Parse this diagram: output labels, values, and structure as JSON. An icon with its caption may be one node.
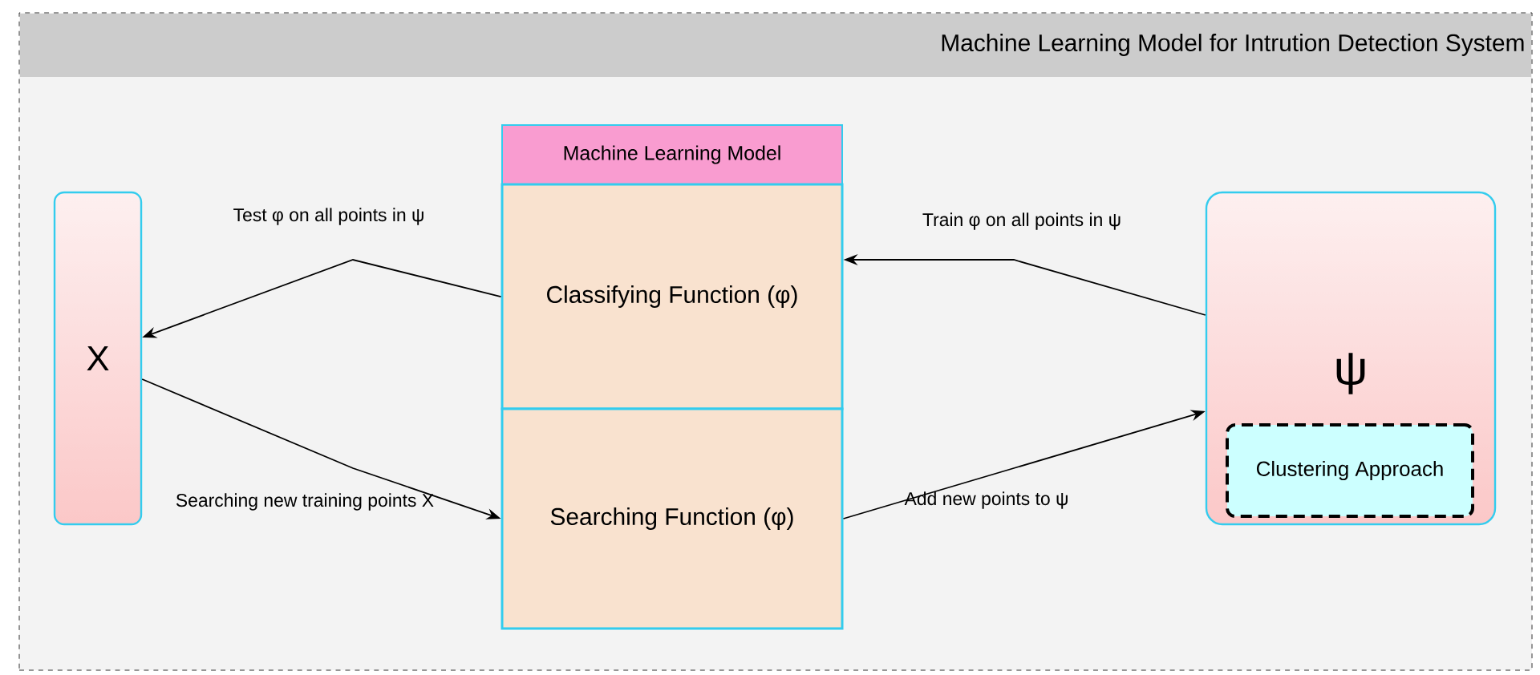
{
  "diagram": {
    "nodes": [
      {
        "text": [
          "Machine Learning Model for Intrution Detection System"
        ]
      },
      {
        "text": [
          "X"
        ],
        "in": 0
      },
      {
        "text": [
          "Machine Learning Model"
        ],
        "in": 0
      },
      {
        "text": [
          "Classifying Function (φ)"
        ],
        "in": 2
      },
      {
        "text": [
          "Searching Function (φ)"
        ],
        "in": 2
      },
      {
        "text": [
          "ψ"
        ],
        "in": 0
      },
      {
        "text": [
          "Clustering Approach"
        ],
        "in": 5
      }
    ],
    "edges": [
      {
        "from": 3,
        "to": 1,
        "arrow": "to",
        "label": "Test φ on all points in ψ"
      },
      {
        "from": 1,
        "to": 4,
        "arrow": "to",
        "label": "Searching new training points X"
      },
      {
        "from": 5,
        "to": 3,
        "arrow": "to",
        "label": "Train φ on all points in ψ"
      },
      {
        "from": 4,
        "to": 5,
        "arrow": "to",
        "label": "Add new points to ψ"
      }
    ]
  }
}
